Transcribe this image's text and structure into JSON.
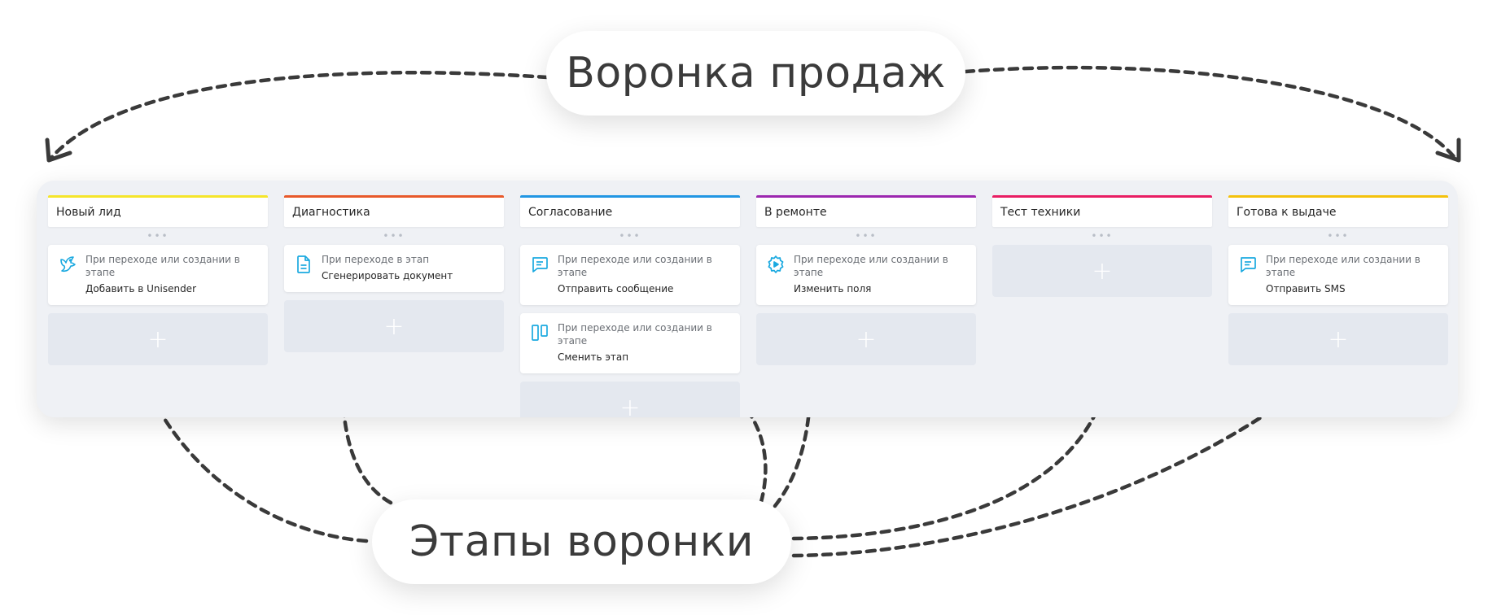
{
  "labels": {
    "funnel": "Воронка продаж",
    "stages": "Этапы воронки"
  },
  "board": {
    "columns": [
      {
        "title": "Новый лид",
        "color": "#f5e52a",
        "cards": [
          {
            "icon": "bird-icon",
            "trigger": "При переходе или создании в этапе",
            "action": "Добавить в Unisender"
          }
        ]
      },
      {
        "title": "Диагностика",
        "color": "#e8592b",
        "cards": [
          {
            "icon": "document-icon",
            "trigger": "При переходе в этап",
            "action": "Сгенерировать документ"
          }
        ]
      },
      {
        "title": "Согласование",
        "color": "#2196e3",
        "cards": [
          {
            "icon": "message-icon",
            "trigger": "При переходе или создании в этапе",
            "action": "Отправить сообщение"
          },
          {
            "icon": "kanban-icon",
            "trigger": "При переходе или создании в этапе",
            "action": "Сменить этап"
          }
        ]
      },
      {
        "title": "В ремонте",
        "color": "#9c27b0",
        "cards": [
          {
            "icon": "gear-play-icon",
            "trigger": "При переходе или создании в этапе",
            "action": "Изменить поля"
          }
        ]
      },
      {
        "title": "Тест техники",
        "color": "#e91e63",
        "cards": []
      },
      {
        "title": "Готова к выдаче",
        "color": "#f4c20d",
        "cards": [
          {
            "icon": "message-icon",
            "trigger": "При переходе или создании в этапе",
            "action": "Отправить SMS"
          }
        ]
      }
    ],
    "dots": "•••",
    "add_symbol": "+"
  },
  "colors": {
    "icon": "#1aa9e0",
    "arrow": "#3a3a3a",
    "board_bg": "#eff1f5"
  }
}
